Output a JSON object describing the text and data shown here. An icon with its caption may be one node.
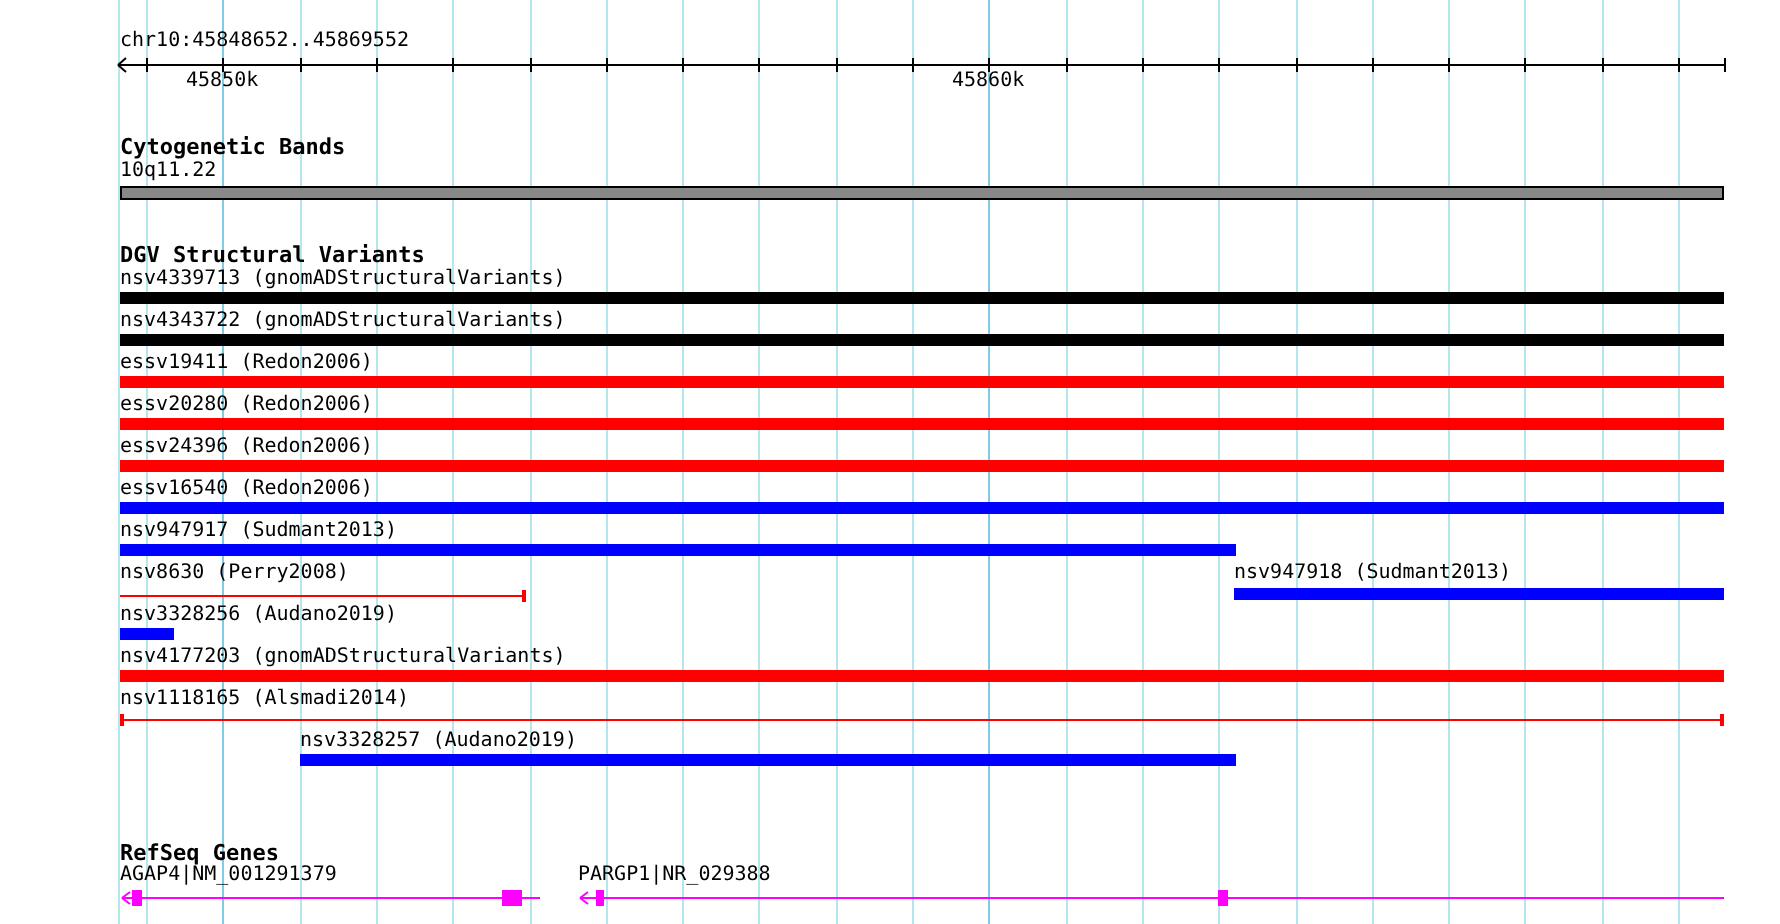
{
  "diagram": {
    "nodes": [
      {
        "text": [
          "10q11.22"
        ]
      },
      {
        "text": [
          "nsv4339713 (gnomADStructuralVariants)"
        ]
      },
      {
        "text": [
          "nsv4343722 (gnomADStructuralVariants)"
        ]
      },
      {
        "text": [
          "essv19411 (Redon2006)"
        ]
      },
      {
        "text": [
          "essv20280 (Redon2006)"
        ]
      },
      {
        "text": [
          "essv24396 (Redon2006)"
        ]
      },
      {
        "text": [
          "essv16540 (Redon2006)"
        ]
      },
      {
        "text": [
          "nsv947917 (Sudmant2013)"
        ]
      },
      {
        "text": [
          "nsv8630 (Perry2008)"
        ]
      },
      {
        "text": [
          "nsv947918 (Sudmant2013)"
        ]
      },
      {
        "text": [
          "nsv3328256 (Audano2019)"
        ]
      },
      {
        "text": [
          "nsv4177203 (gnomADStructuralVariants)"
        ]
      },
      {
        "text": [
          "nsv1118165 (Alsmadi2014)"
        ]
      },
      {
        "text": [
          "nsv3328257 (Audano2019)"
        ]
      },
      {
        "text": [
          "AGAP4|NM_001291379"
        ]
      },
      {
        "text": [
          "PARGP1|NR_029388"
        ]
      }
    ],
    "edges": [],
    "labels": [
      "chr10:45848652..45869552",
      "45850k",
      "45860k",
      "Cytogenetic Bands",
      "DGV Structural Variants",
      "RefSeq Genes"
    ]
  }
}
